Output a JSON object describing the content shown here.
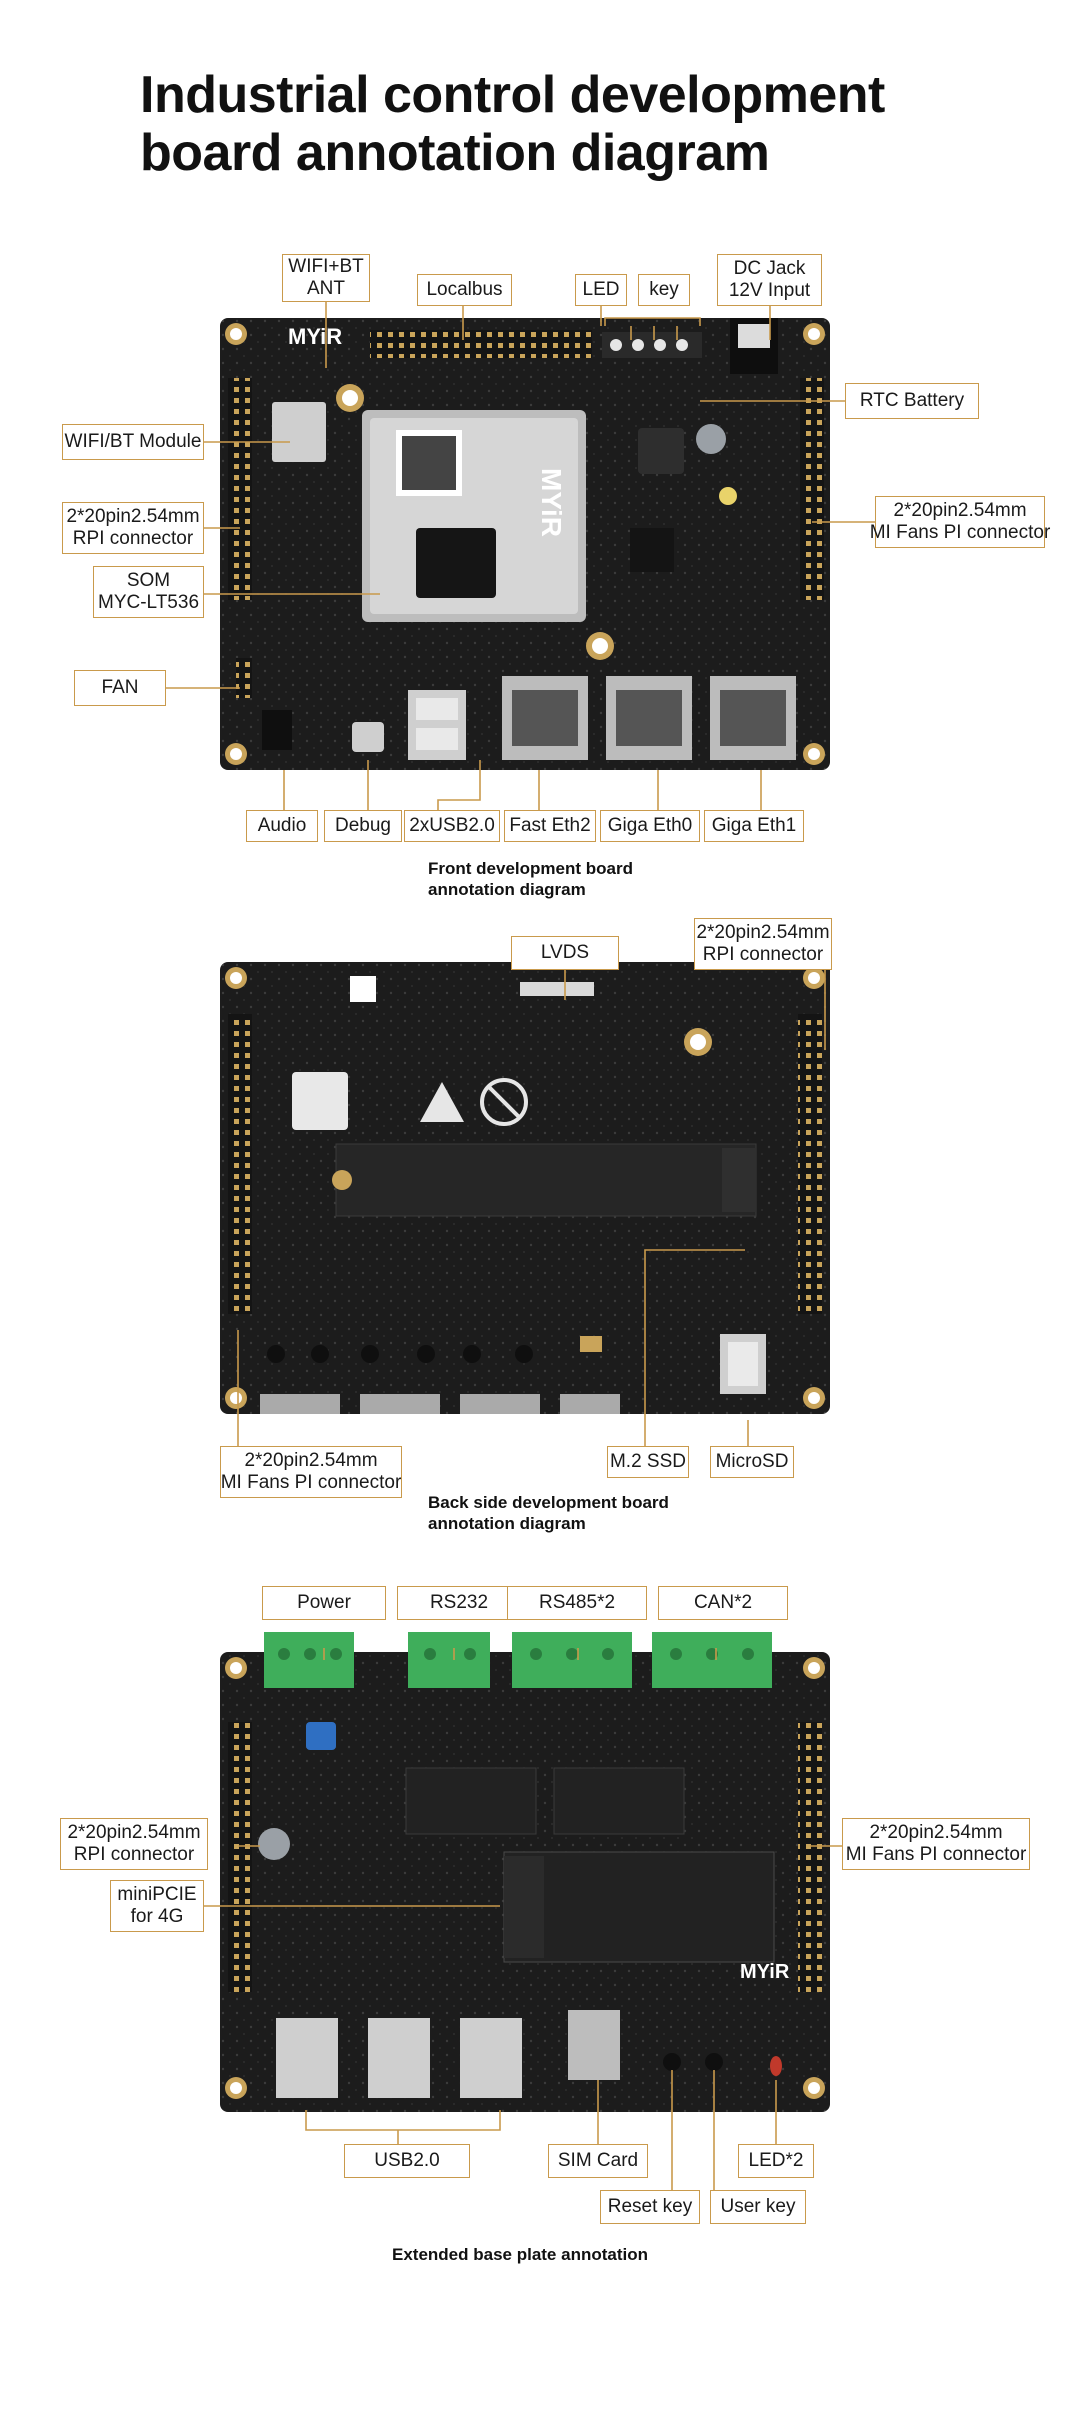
{
  "title_line1": "Industrial control development",
  "title_line2": "board annotation diagram",
  "front": {
    "caption_l1": "Front development board",
    "caption_l2": "annotation diagram",
    "brand": "MYiR",
    "som_text": "MYiR",
    "labels": {
      "wifi_ant_l1": "WIFI+BT",
      "wifi_ant_l2": "ANT",
      "localbus": "Localbus",
      "led": "LED",
      "key": "key",
      "dc_jack_l1": "DC Jack",
      "dc_jack_l2": "12V Input",
      "rtc_battery": "RTC Battery",
      "wifi_module": "WIFI/BT Module",
      "rpi_l1": "2*20pin2.54mm",
      "rpi_l2": "RPI connector",
      "mifans_l1": "2*20pin2.54mm",
      "mifans_l2": "MI Fans PI connector",
      "som_l1": "SOM",
      "som_l2": "MYC-LT536",
      "fan": "FAN",
      "audio": "Audio",
      "debug": "Debug",
      "usb": "2xUSB2.0",
      "fast_eth2": "Fast Eth2",
      "giga_eth0": "Giga Eth0",
      "giga_eth1": "Giga Eth1"
    }
  },
  "back": {
    "caption_l1": "Back side development board",
    "caption_l2": "annotation diagram",
    "labels": {
      "lvds": "LVDS",
      "rpi_l1": "2*20pin2.54mm",
      "rpi_l2": "RPI connector",
      "mifans_l1": "2*20pin2.54mm",
      "mifans_l2": "MI Fans PI connector",
      "m2_ssd": "M.2 SSD",
      "microsd": "MicroSD"
    }
  },
  "base": {
    "caption": "Extended base plate annotation",
    "brand": "MYiR",
    "labels": {
      "power": "Power",
      "rs232": "RS232",
      "rs485": "RS485*2",
      "can": "CAN*2",
      "rpi_l1": "2*20pin2.54mm",
      "rpi_l2": "RPI connector",
      "mifans_l1": "2*20pin2.54mm",
      "mifans_l2": "MI Fans PI connector",
      "minipcie_l1": "miniPCIE",
      "minipcie_l2": "for 4G",
      "usb": "USB2.0",
      "sim_card": "SIM Card",
      "led2": "LED*2",
      "reset_key": "Reset key",
      "user_key": "User key"
    }
  }
}
